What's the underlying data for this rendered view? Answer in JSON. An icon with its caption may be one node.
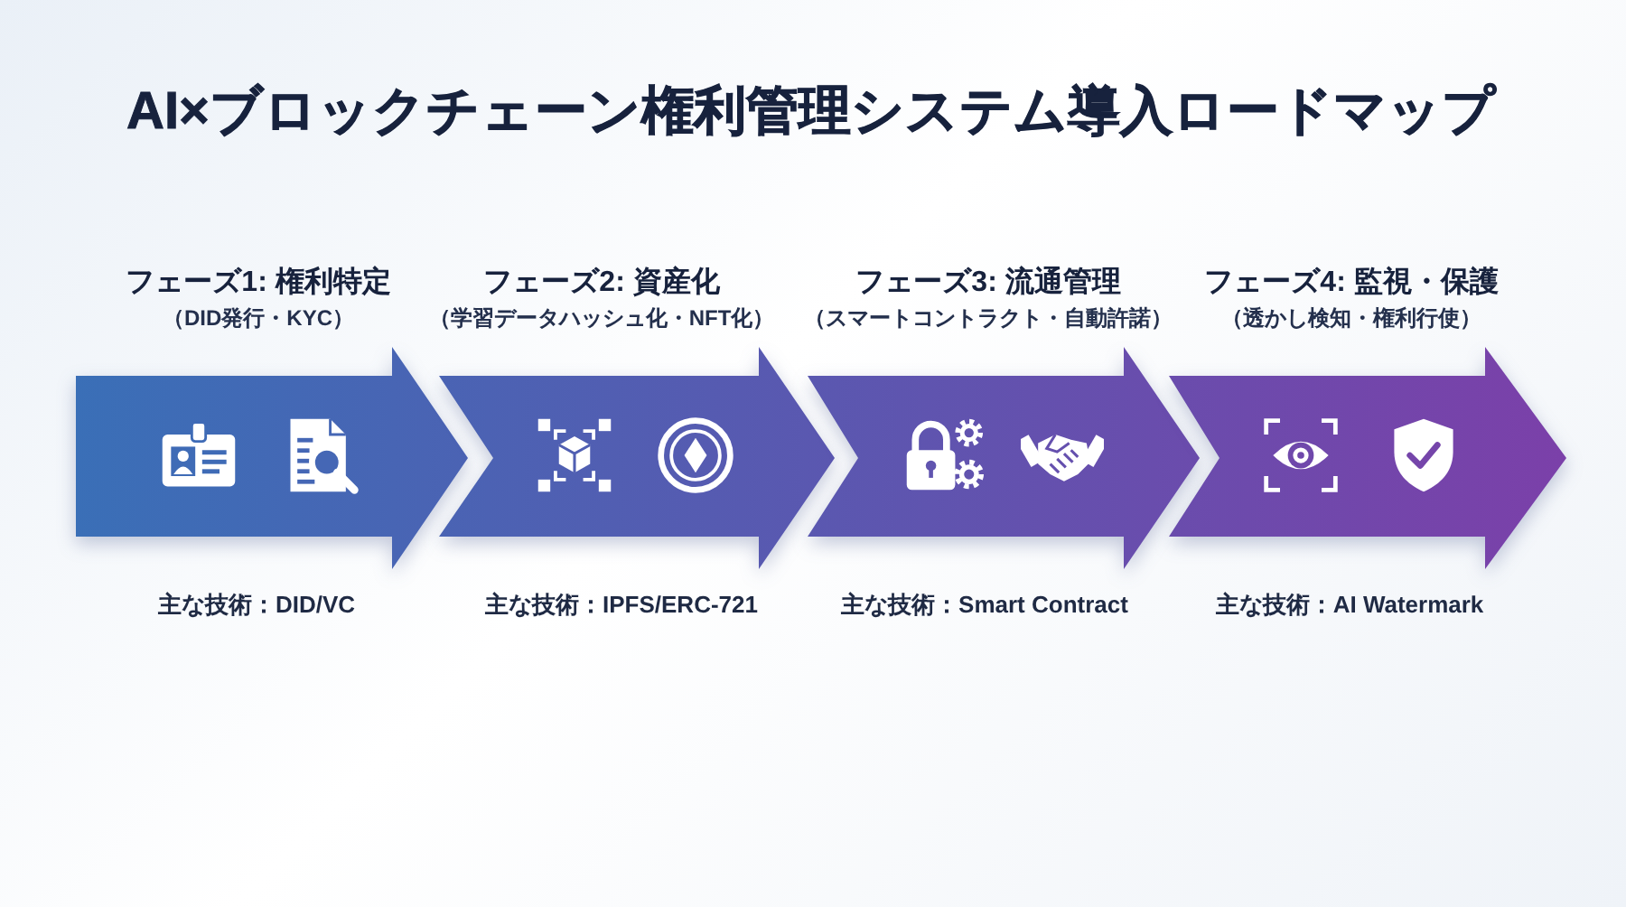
{
  "diagram": {
    "title": "AI×ブロックチェーン権利管理システム導入ロードマップ",
    "nodes": [
      {
        "text": [
          "フェーズ1: 権利特定",
          "（DID発行・KYC）"
        ],
        "beside": [
          "主な技術：DID/VC"
        ]
      },
      {
        "text": [
          "フェーズ2: 資産化",
          "（学習データハッシュ化・NFT化）"
        ],
        "beside": [
          "主な技術：IPFS/ERC-721"
        ]
      },
      {
        "text": [
          "フェーズ3: 流通管理",
          "（スマートコントラクト・自動許諾）"
        ],
        "beside": [
          "主な技術：Smart Contract"
        ]
      },
      {
        "text": [
          "フェーズ4: 監視・保護",
          "（透かし検知・権利行使）"
        ],
        "beside": [
          "主な技術：AI Watermark"
        ]
      }
    ]
  }
}
